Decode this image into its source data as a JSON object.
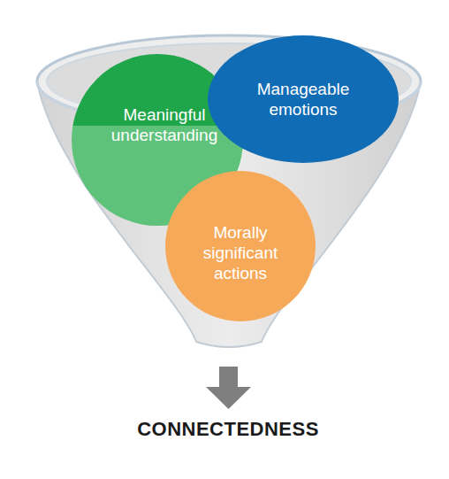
{
  "diagram": {
    "nodes": [
      {
        "text": [
          "Meaningful understanding"
        ]
      },
      {
        "text": [
          "Manageable emotions"
        ]
      },
      {
        "text": [
          "Morally significant actions"
        ]
      }
    ],
    "labels": [
      "CONNECTEDNESS"
    ]
  }
}
